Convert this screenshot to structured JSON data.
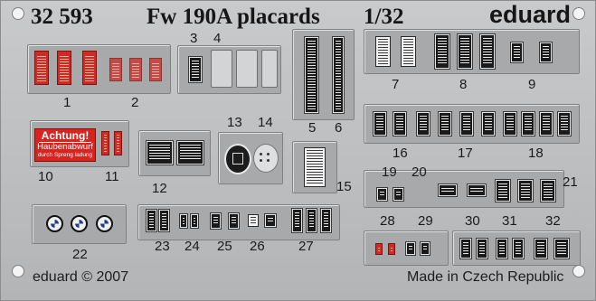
{
  "sheet": {
    "catalog_number": "32 593",
    "title": "Fw 190A placards",
    "scale": "1/32",
    "brand": "eduard",
    "copyright": "eduard © 2007",
    "origin": "Made in Czech Republic",
    "colors": {
      "fret": "#bdbec0",
      "placard_red": "#d02a25",
      "dial_blue": "#1e3d8a"
    }
  },
  "warning_placard": {
    "line1": "Achtung!",
    "line2": "Haubenabwurf",
    "line3": "durch Spreng ladung"
  },
  "part_numbers": [
    "1",
    "2",
    "3",
    "4",
    "5",
    "6",
    "7",
    "8",
    "9",
    "10",
    "11",
    "12",
    "13",
    "14",
    "15",
    "16",
    "17",
    "18",
    "19",
    "20",
    "21",
    "22",
    "23",
    "24",
    "25",
    "26",
    "27",
    "28",
    "29",
    "30",
    "31",
    "32"
  ]
}
